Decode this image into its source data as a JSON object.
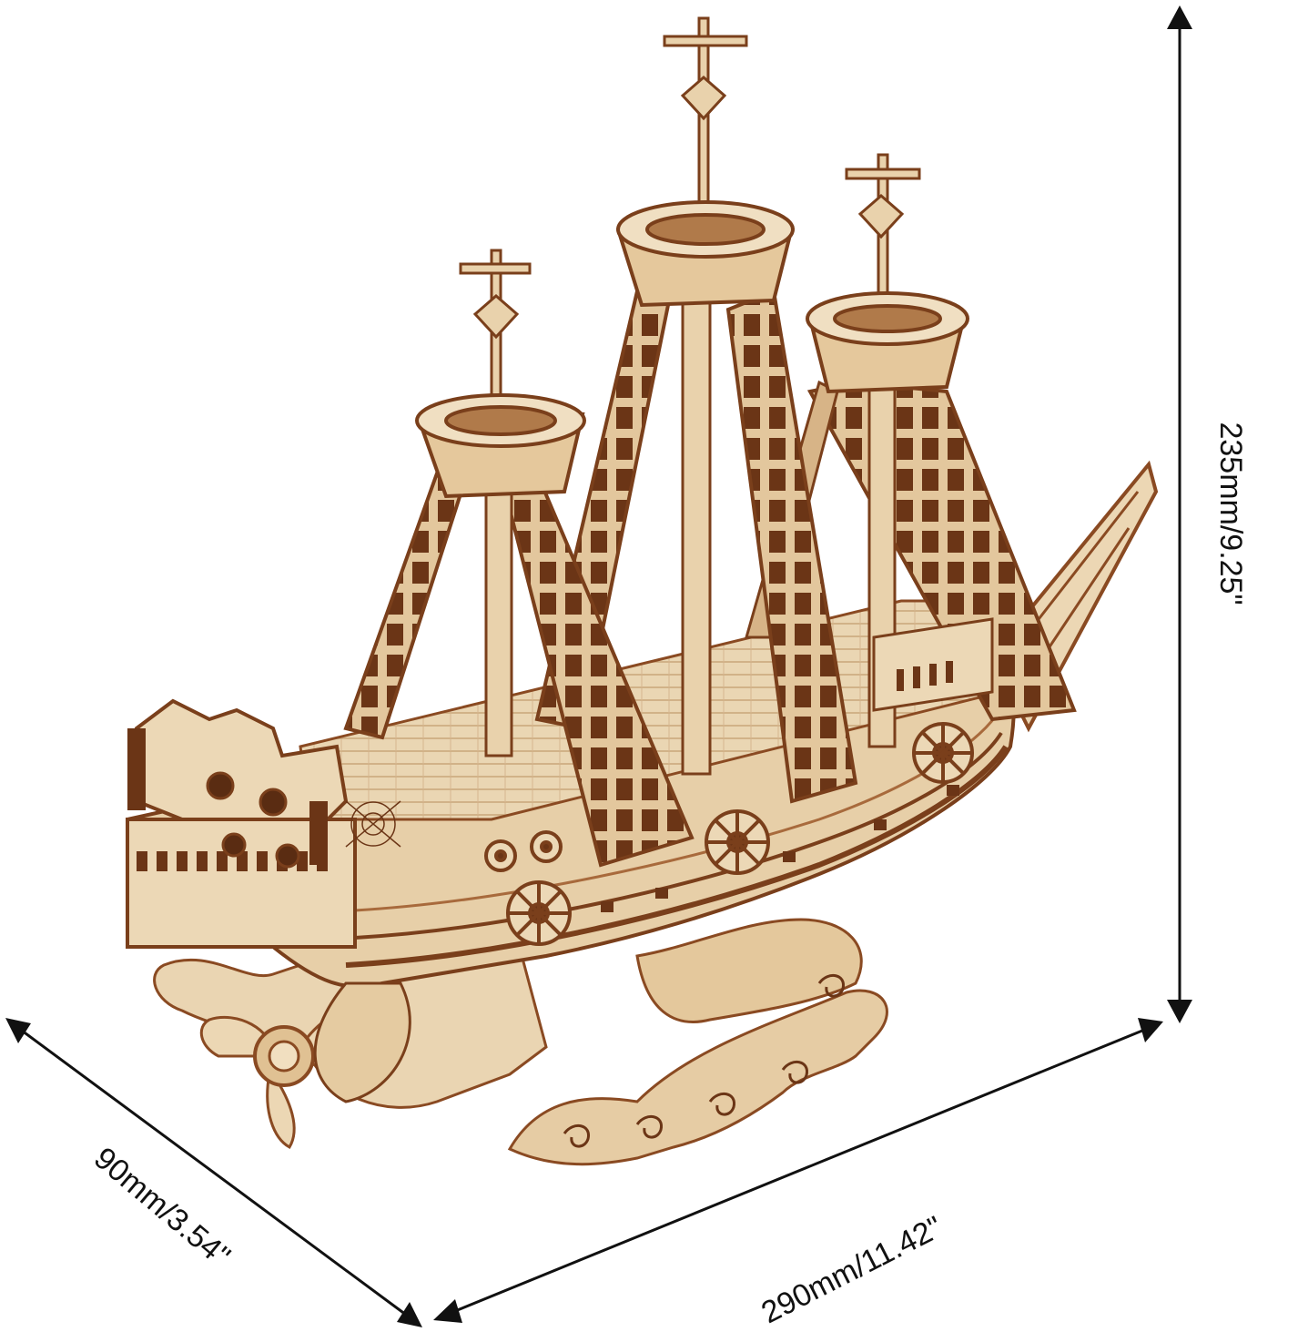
{
  "dimensions": {
    "height": "235mm/9.25\"",
    "length": "290mm/11.42\"",
    "depth": "90mm/3.54\""
  },
  "colors": {
    "wood_light": "#e9d3b0",
    "wood_mid": "#d9b98c",
    "wood_dark": "#8a4a22",
    "arrow": "#111111"
  }
}
